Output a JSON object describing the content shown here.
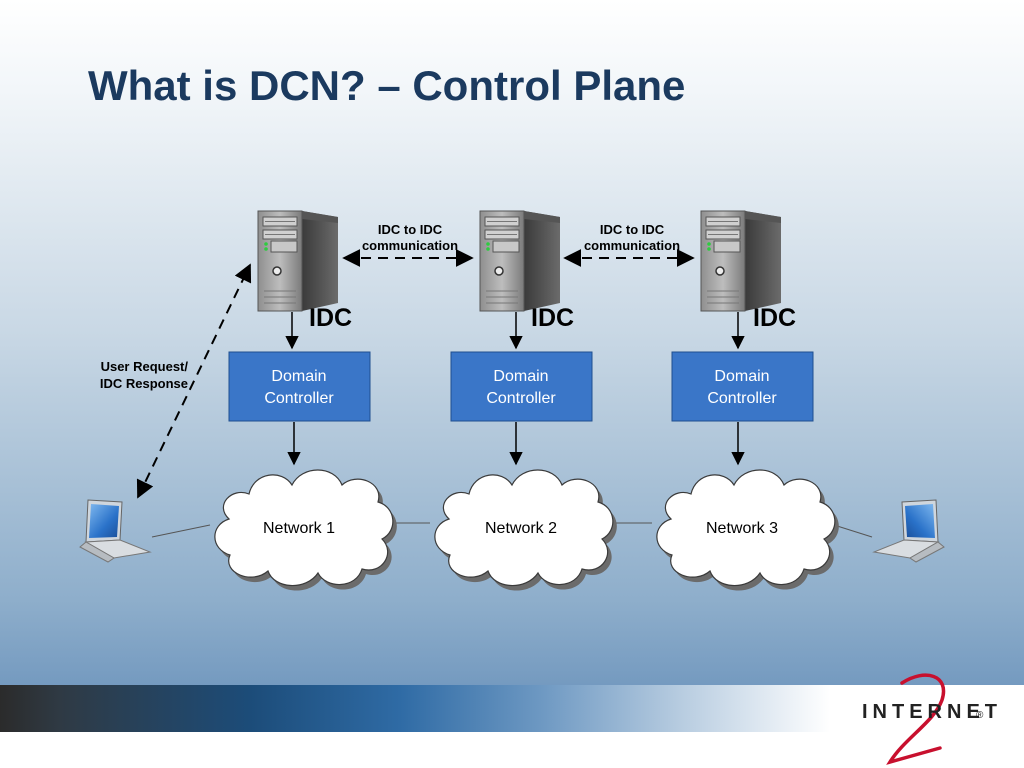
{
  "slide": {
    "title": "What is DCN? – Control Plane"
  },
  "diagram": {
    "idc_label": "IDC",
    "idc_comm": {
      "line1": "IDC to IDC",
      "line2": "communication"
    },
    "user_request": {
      "line1": "User Request/",
      "line2": "IDC Response"
    },
    "domain_controller": {
      "line1": "Domain",
      "line2": "Controller"
    },
    "networks": [
      "Network 1",
      "Network 2",
      "Network 3"
    ],
    "colors": {
      "controller_fill": "#3a76c8",
      "controller_border": "#1f4f8f",
      "title": "#1b3a5f"
    }
  },
  "logo": {
    "text": "INTERNET",
    "number": "2",
    "registered": "®"
  }
}
